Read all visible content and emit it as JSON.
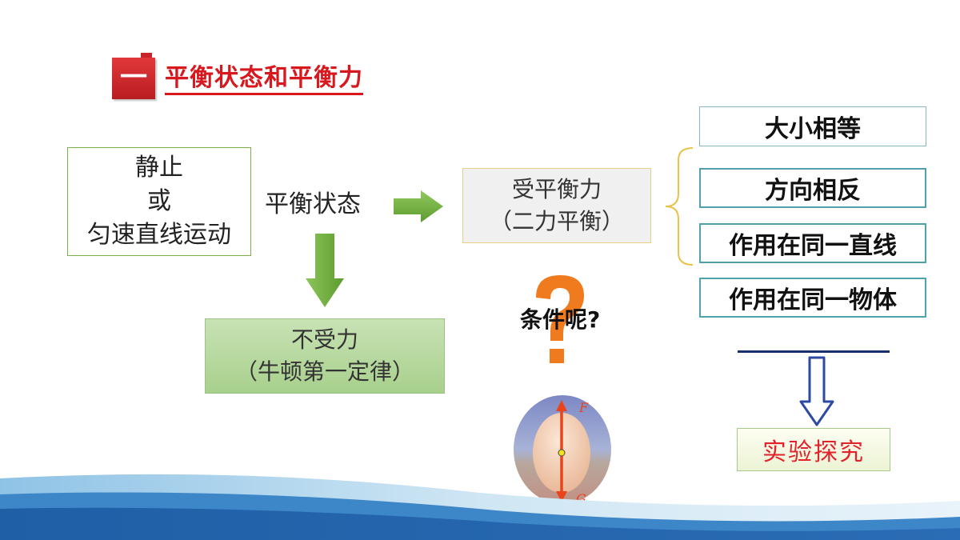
{
  "header": {
    "badge_text": "一",
    "title": "平衡状态和平衡力"
  },
  "state_box": {
    "line1": "静止",
    "line2": "或",
    "line3": "匀速直线运动"
  },
  "state_label": "平衡状态",
  "balanced_force": {
    "line1": "受平衡力",
    "line2": "（二力平衡）"
  },
  "no_force": {
    "line1": "不受力",
    "line2": "（牛顿第一定律）"
  },
  "conditions": [
    "大小相等",
    "方向相反",
    "作用在同一直线",
    "作用在同一物体"
  ],
  "question": {
    "text": "条件呢?",
    "mark": "?"
  },
  "egg_figure": {
    "force_up_label": "F",
    "force_down_label": "G"
  },
  "experiment": "实验探究",
  "colors": {
    "accent_red": "#d7191f",
    "arrow_green": "#6aac3a",
    "question_orange": "#f07b1e",
    "force_arrow": "#e8451c",
    "outline_arrow": "#2b4aa0"
  },
  "icons": {
    "question_mark": "question-mark-icon",
    "egg": "egg-force-icon"
  }
}
